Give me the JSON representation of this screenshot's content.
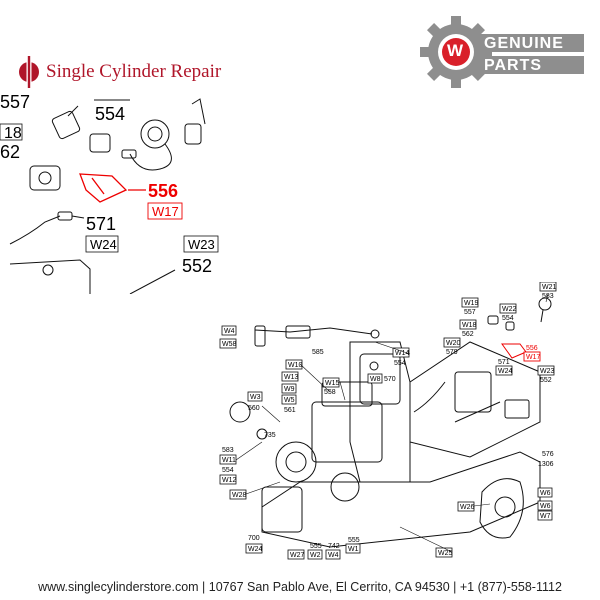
{
  "header": {
    "brand_name": "Single Cylinder Repair",
    "logo_line1": "GENUINE",
    "logo_line2": "PARTS",
    "logo_letter": "W"
  },
  "zoom": {
    "labels": [
      {
        "id": "557",
        "text": "557"
      },
      {
        "id": "554",
        "text": "554"
      },
      {
        "id": "18",
        "text": "18"
      },
      {
        "id": "62",
        "text": "62"
      },
      {
        "id": "556",
        "text": "556"
      },
      {
        "id": "w17",
        "text": "W17"
      },
      {
        "id": "571",
        "text": "571"
      },
      {
        "id": "w24",
        "text": "W24"
      },
      {
        "id": "w23",
        "text": "W23"
      },
      {
        "id": "552",
        "text": "552"
      }
    ]
  },
  "diagram": {
    "labels": [
      {
        "id": "w4",
        "text": "W4"
      },
      {
        "id": "w58",
        "text": "W58"
      },
      {
        "id": "585",
        "text": "585"
      },
      {
        "id": "w14",
        "text": "W14"
      },
      {
        "id": "554b",
        "text": "554"
      },
      {
        "id": "w10",
        "text": "W10"
      },
      {
        "id": "w13",
        "text": "W13"
      },
      {
        "id": "w9",
        "text": "W9"
      },
      {
        "id": "w5",
        "text": "W5"
      },
      {
        "id": "561",
        "text": "561"
      },
      {
        "id": "w15",
        "text": "W15"
      },
      {
        "id": "558",
        "text": "558"
      },
      {
        "id": "w8",
        "text": "W8"
      },
      {
        "id": "570",
        "text": "570"
      },
      {
        "id": "w3",
        "text": "W3"
      },
      {
        "id": "560",
        "text": "560"
      },
      {
        "id": "735",
        "text": "735"
      },
      {
        "id": "583b",
        "text": "583"
      },
      {
        "id": "w11",
        "text": "W11"
      },
      {
        "id": "554c",
        "text": "554"
      },
      {
        "id": "w12",
        "text": "W12"
      },
      {
        "id": "w28",
        "text": "W28"
      },
      {
        "id": "w19",
        "text": "W19"
      },
      {
        "id": "557b",
        "text": "557"
      },
      {
        "id": "w18",
        "text": "W18"
      },
      {
        "id": "562",
        "text": "562"
      },
      {
        "id": "w22",
        "text": "W22"
      },
      {
        "id": "554d",
        "text": "554"
      },
      {
        "id": "w21",
        "text": "W21"
      },
      {
        "id": "583",
        "text": "583"
      },
      {
        "id": "w20",
        "text": "W20"
      },
      {
        "id": "579",
        "text": "579"
      },
      {
        "id": "556b",
        "text": "556"
      },
      {
        "id": "w17b",
        "text": "W17"
      },
      {
        "id": "571b",
        "text": "571"
      },
      {
        "id": "w24b",
        "text": "W24"
      },
      {
        "id": "w23b",
        "text": "W23"
      },
      {
        "id": "552b",
        "text": "552"
      },
      {
        "id": "576",
        "text": "576"
      },
      {
        "id": "1306",
        "text": "1306"
      },
      {
        "id": "w6",
        "text": "W6"
      },
      {
        "id": "w6b",
        "text": "W6"
      },
      {
        "id": "w7",
        "text": "W7"
      },
      {
        "id": "w26",
        "text": "W26"
      },
      {
        "id": "w25",
        "text": "W25"
      },
      {
        "id": "700",
        "text": "700"
      },
      {
        "id": "w24c",
        "text": "W24"
      },
      {
        "id": "w27",
        "text": "W27"
      },
      {
        "id": "555",
        "text": "555"
      },
      {
        "id": "w2",
        "text": "W2"
      },
      {
        "id": "742",
        "text": "742"
      },
      {
        "id": "w4b",
        "text": "W4"
      },
      {
        "id": "555b",
        "text": "555"
      },
      {
        "id": "w1",
        "text": "W1"
      }
    ]
  },
  "footer": {
    "text": "www.singlecylinderstore.com  |  10767 San Pablo Ave, El Cerrito, CA 94530  |  +1 (877)-558-1112"
  },
  "colors": {
    "brand_red": "#b0162a",
    "highlight_red": "#e00000",
    "logo_gray": "#8e8e8e"
  }
}
